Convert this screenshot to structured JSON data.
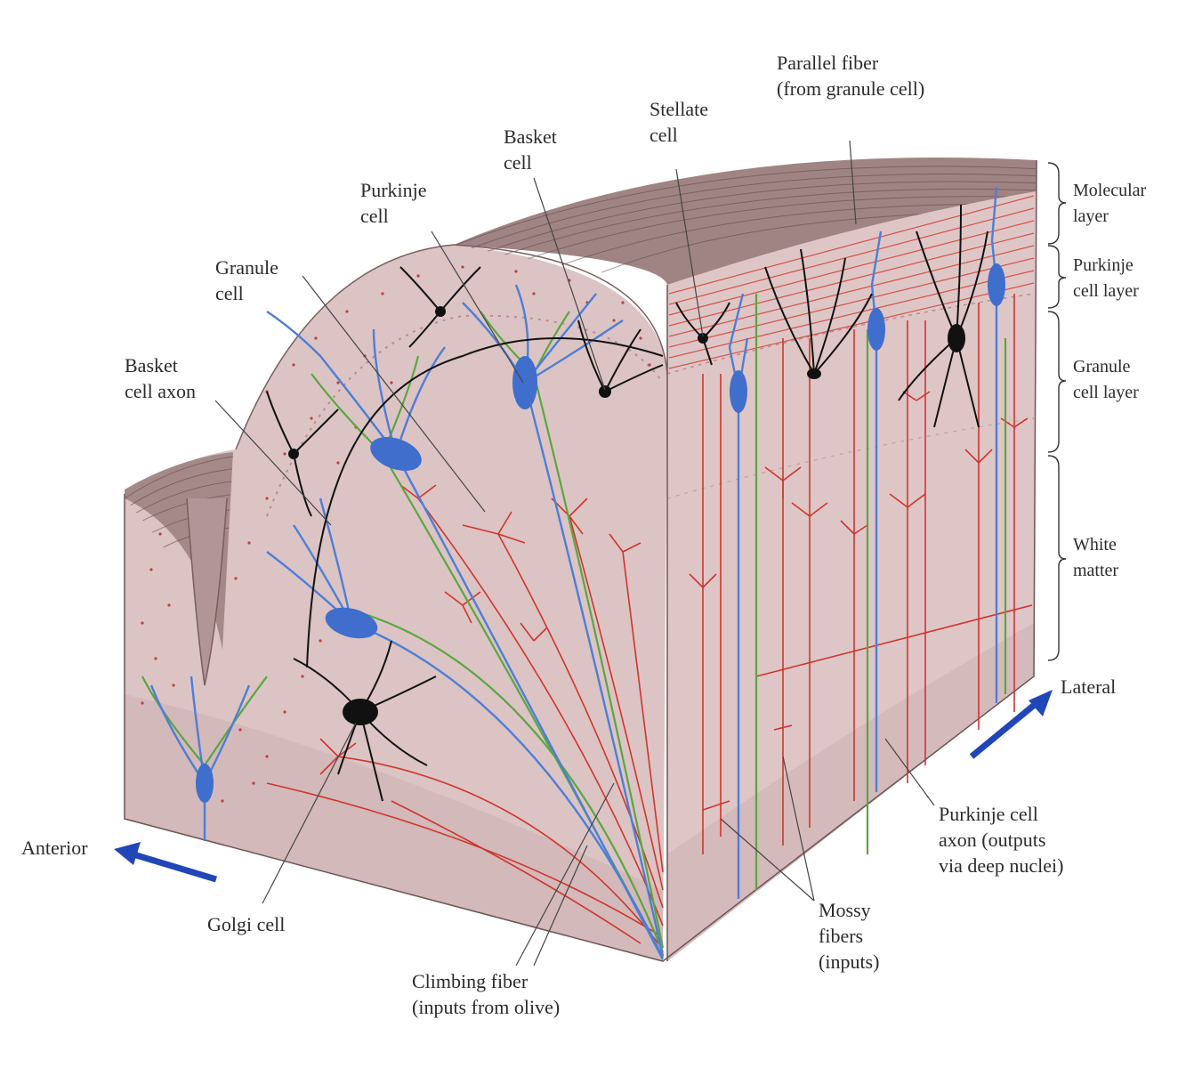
{
  "labels": {
    "parallel_fiber": "Parallel fiber\n(from granule cell)",
    "stellate_cell": "Stellate\ncell",
    "basket_cell": "Basket\ncell",
    "purkinje_cell": "Purkinje\ncell",
    "granule_cell": "Granule\ncell",
    "basket_cell_axon": "Basket\ncell axon",
    "golgi_cell": "Golgi cell",
    "climbing_fiber": "Climbing fiber\n(inputs from olive)",
    "mossy_fibers": "Mossy\nfibers\n(inputs)",
    "purkinje_cell_axon": "Purkinje cell\naxon (outputs\nvia deep nuclei)",
    "anterior": "Anterior",
    "lateral": "Lateral"
  },
  "layers": {
    "molecular": "Molecular\nlayer",
    "purkinje": "Purkinje\ncell layer",
    "granule": "Granule\ncell layer",
    "white_matter": "White\nmatter"
  },
  "colors": {
    "tissue": "#dcc4c4",
    "tissue_dark": "#c9adae",
    "top_surface": "#a08383",
    "mossy_fiber": "#d0342c",
    "purkinje_neuron": "#4d7fd6",
    "climbing_fiber": "#5aa640",
    "golgi_neuron": "#111111",
    "arrow": "#2146b8"
  }
}
